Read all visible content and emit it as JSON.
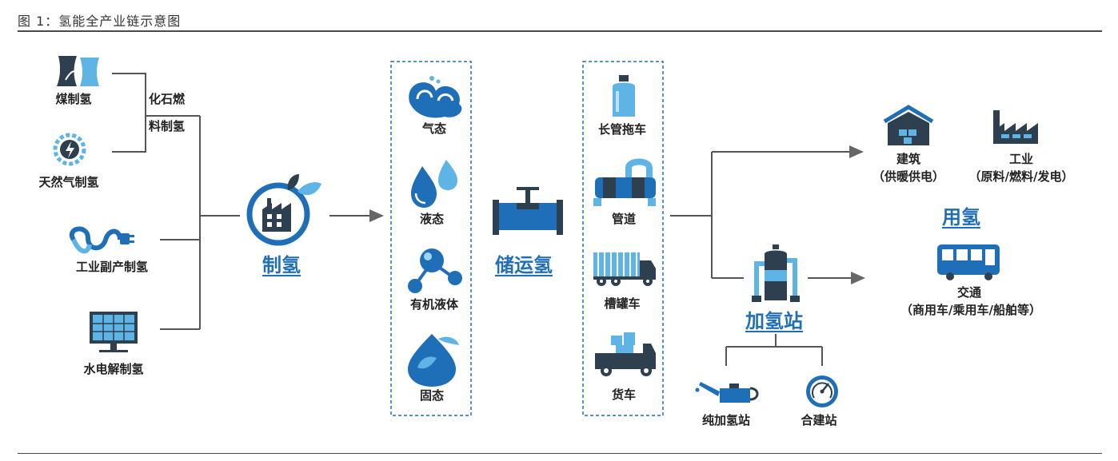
{
  "figure": {
    "title": "图 1：氢能全产业链示意图"
  },
  "production": {
    "sources": [
      {
        "label": "煤制氢",
        "icon": "cooling-tower-icon"
      },
      {
        "label": "天然气制氢",
        "icon": "gas-flame-icon"
      },
      {
        "label": "工业副产制氢",
        "icon": "plug-loop-icon"
      },
      {
        "label": "水电解制氢",
        "icon": "solar-panel-icon"
      }
    ],
    "fossil_line1": "化石燃",
    "fossil_line2": "料制氢",
    "hub_label": "制氢",
    "hub_icon": "factory-leaf-icon"
  },
  "storage_states": [
    {
      "label": "气态",
      "icon": "gas-wave-icon"
    },
    {
      "label": "液态",
      "icon": "droplets-icon"
    },
    {
      "label": "有机液体",
      "icon": "molecule-icon"
    },
    {
      "label": "固态",
      "icon": "solid-drop-icon"
    }
  ],
  "storage_hub": {
    "label": "储运氢",
    "icon": "pipe-valve-icon"
  },
  "transport_modes": [
    {
      "label": "长管拖车",
      "icon": "gas-cylinder-icon"
    },
    {
      "label": "管道",
      "icon": "pipeline-icon"
    },
    {
      "label": "槽罐车",
      "icon": "tanker-truck-icon"
    },
    {
      "label": "货车",
      "icon": "cargo-truck-icon"
    }
  ],
  "station": {
    "label": "加氢站",
    "icon": "station-tank-icon",
    "types": [
      {
        "label": "纯加氢站",
        "icon": "oil-can-icon"
      },
      {
        "label": "合建站",
        "icon": "pressure-gauge-icon"
      }
    ]
  },
  "usage": {
    "label": "用氢",
    "building": {
      "line1": "建筑",
      "line2": "（供暖供电）",
      "icon": "warehouse-icon"
    },
    "industry": {
      "line1": "工业",
      "line2": "（原料/燃料/发电）",
      "icon": "factory-icon"
    },
    "transport": {
      "line1": "交通",
      "line2": "（商用车/乘用车/船舶等）",
      "icon": "bus-icon"
    }
  },
  "colors": {
    "primary": "#1f6fb8",
    "dark": "#2e3f4f",
    "light": "#5fb4e6",
    "line": "#555555"
  }
}
